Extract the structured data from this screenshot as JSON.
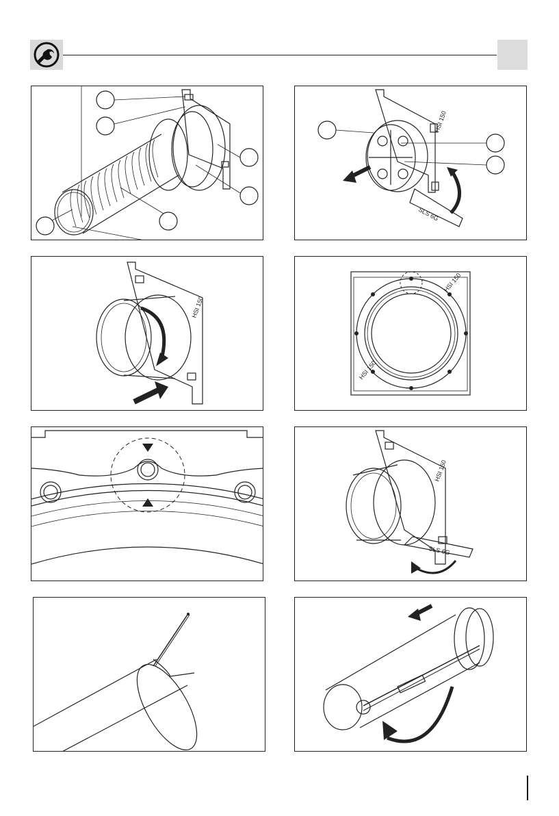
{
  "header": {
    "icon": "wrench-icon"
  },
  "panels": [
    {
      "id": "panel-1",
      "description_icon": "flexible-duct-assembly",
      "callouts": [
        "",
        "",
        "",
        "",
        "",
        ""
      ]
    },
    {
      "id": "panel-2",
      "tool_label": "SLS 6G",
      "plate_label": "HSI 150",
      "callouts": [
        "",
        "",
        ""
      ]
    },
    {
      "id": "panel-3",
      "plate_label": "HSI 150"
    },
    {
      "id": "panel-4",
      "plate_label_top": "HSI 150",
      "plate_label_bottom": "HSI 150"
    },
    {
      "id": "panel-5"
    },
    {
      "id": "panel-6",
      "tool_label": "SLS 6G",
      "plate_label": "HSI 150"
    },
    {
      "id": "panel-7"
    },
    {
      "id": "panel-8"
    }
  ],
  "colors": {
    "header_gray": "#d9d9d9",
    "line": "#222222"
  }
}
